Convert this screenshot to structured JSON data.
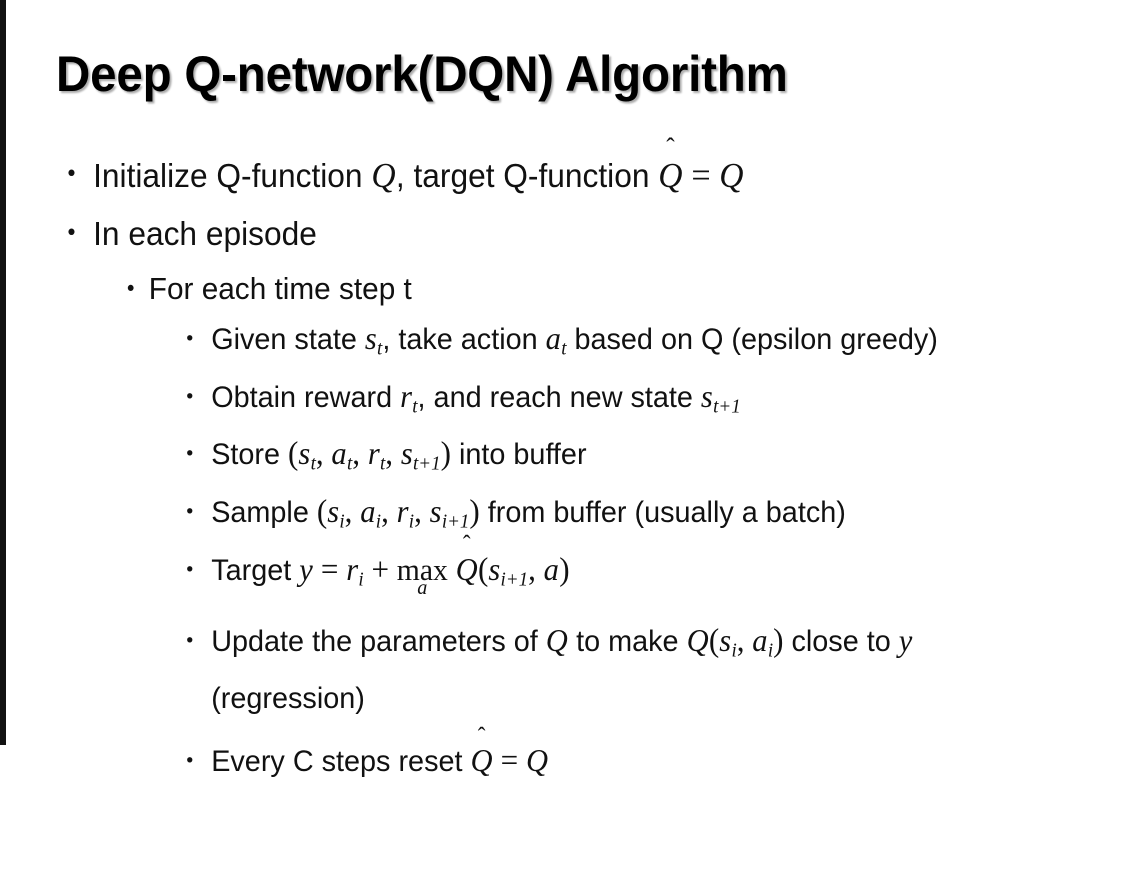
{
  "slide": {
    "title": "Deep Q-network(DQN) Algorithm",
    "background_color": "#ffffff",
    "text_color": "#111111",
    "edge_strip_color": "#121212"
  },
  "bullets": {
    "b1": {
      "level": 1,
      "marker": "•",
      "text_before": "Initialize Q-function ",
      "var_q1": "Q",
      "mid": ", target Q-function ",
      "hat_base": "Q",
      "hat_mark": "̂",
      "equals": "=",
      "var_q2": "Q",
      "plain": "Initialize Q-function Q, target Q-function Q̂ = Q"
    },
    "b2": {
      "level": 1,
      "marker": "•",
      "text": "In each episode"
    },
    "b3": {
      "level": 2,
      "marker": "•",
      "text": "For each time step t"
    },
    "b4": {
      "level": 3,
      "marker": "•",
      "seg1": "Given state ",
      "var_s": "s",
      "sub_t1": "t",
      "seg2": ", take action ",
      "var_a": "a",
      "sub_t2": "t",
      "seg3": " based on Q (epsilon greedy)",
      "plain": "Given state s_t, take action a_t based on Q (epsilon greedy)"
    },
    "b5": {
      "level": 3,
      "marker": "•",
      "seg1": "Obtain reward ",
      "var_r": "r",
      "sub_t": "t",
      "seg2": ", and reach new state ",
      "var_s": "s",
      "sub_t1": "t+1",
      "plain": "Obtain reward r_t, and reach new state s_{t+1}"
    },
    "b6": {
      "level": 3,
      "marker": "•",
      "seg1": "Store ",
      "paren_open": "(",
      "v1": "s",
      "v1sub": "t",
      "c1": ", ",
      "v2": "a",
      "v2sub": "t",
      "c2": ", ",
      "v3": "r",
      "v3sub": "t",
      "c3": ", ",
      "v4": "s",
      "v4sub": "t+1",
      "paren_close": ")",
      "seg2": " into buffer",
      "plain": "Store (s_t, a_t, r_t, s_{t+1}) into buffer"
    },
    "b7": {
      "level": 3,
      "marker": "•",
      "seg1": "Sample ",
      "paren_open": "(",
      "v1": "s",
      "v1sub": "i",
      "c1": ", ",
      "v2": "a",
      "v2sub": "i",
      "c2": ", ",
      "v3": "r",
      "v3sub": "i",
      "c3": ", ",
      "v4": "s",
      "v4sub": "i+1",
      "paren_close": ")",
      "seg2": " from buffer (usually a batch)",
      "plain": "Sample (s_i, a_i, r_i, s_{i+1}) from buffer (usually a batch)"
    },
    "b8": {
      "level": 3,
      "marker": "•",
      "seg1": "Target ",
      "var_y": "y",
      "equals": "=",
      "var_r": "r",
      "sub_i": "i",
      "plus": "+",
      "op_name": "max",
      "op_sub": "a",
      "hat_base": "Q",
      "hat_mark": "̂",
      "paren_open": "(",
      "v_s": "s",
      "v_s_sub": "i+1",
      "comma": ", ",
      "v_a": "a",
      "paren_close": ")",
      "plain": "Target y = r_i + max_a Q̂(s_{i+1}, a)"
    },
    "b9": {
      "level": 3,
      "marker": "•",
      "seg1": "Update the parameters of ",
      "var_q1": "Q",
      "seg2": " to make ",
      "var_q2": "Q",
      "paren_open": "(",
      "v1": "s",
      "v1sub": "i",
      "c1": ", ",
      "v2": "a",
      "v2sub": "i",
      "paren_close": ")",
      "seg3": " close to ",
      "var_y": "y",
      "seg4": " (regression)",
      "plain": "Update the parameters of Q to make Q(s_i, a_i) close to y (regression)"
    },
    "b10": {
      "level": 3,
      "marker": "•",
      "seg1": "Every C steps reset ",
      "hat_base": "Q",
      "hat_mark": "̂",
      "equals": "=",
      "var_q": "Q",
      "plain": "Every C steps reset Q̂ = Q"
    }
  }
}
